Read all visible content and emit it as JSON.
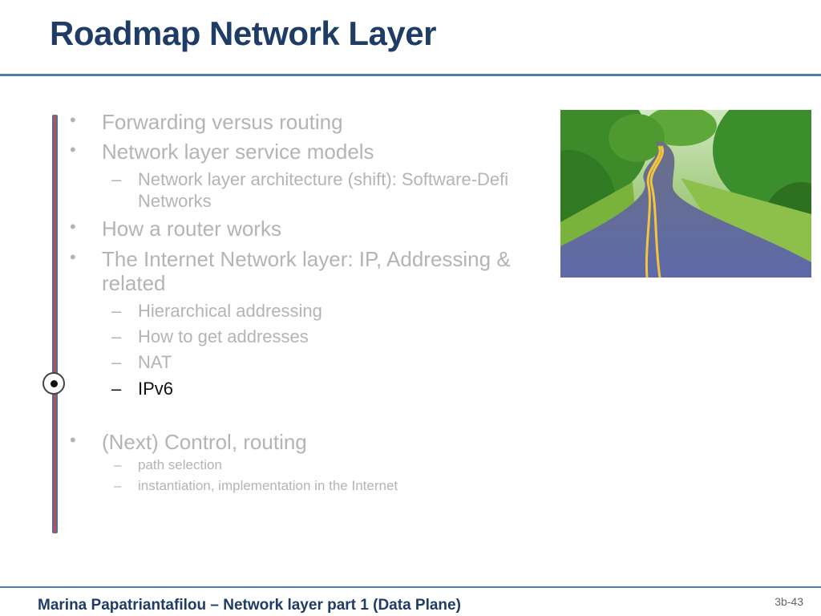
{
  "slide": {
    "title": "Roadmap Network Layer",
    "footer": "Marina Papatriantafilou –  Network layer part 1 (Data Plane)",
    "page_number": "3b-43"
  },
  "bullets": {
    "b1": "Forwarding versus routing",
    "b2": "Network layer service models",
    "b2_sub1_line1": "Network layer architecture (shift): Software-Defi",
    "b2_sub1_line2": "Networks",
    "b3": "How a router works",
    "b4_line1": "The Internet Network layer: IP, Addressing &",
    "b4_line2": "related",
    "b4_sub1": "Hierarchical addressing",
    "b4_sub2": "How to get addresses",
    "b4_sub3": "NAT",
    "b4_sub4": "IPv6",
    "b5": "(Next) Control, routing",
    "b5_sub1": "path selection",
    "b5_sub2": "instantiation, implementation in the Internet"
  },
  "symbols": {
    "bullet": "•",
    "dash": "–"
  },
  "colors": {
    "title": "#1f3c66",
    "rule": "#4a7db4",
    "inactive_text": "#b4b4b4",
    "active_text": "#111111",
    "timeline_blue": "#4a6fa5",
    "timeline_red": "#c0504d"
  },
  "icons": {
    "progress_marker": "circle-dot-icon",
    "photo": "winding-road-photo"
  }
}
